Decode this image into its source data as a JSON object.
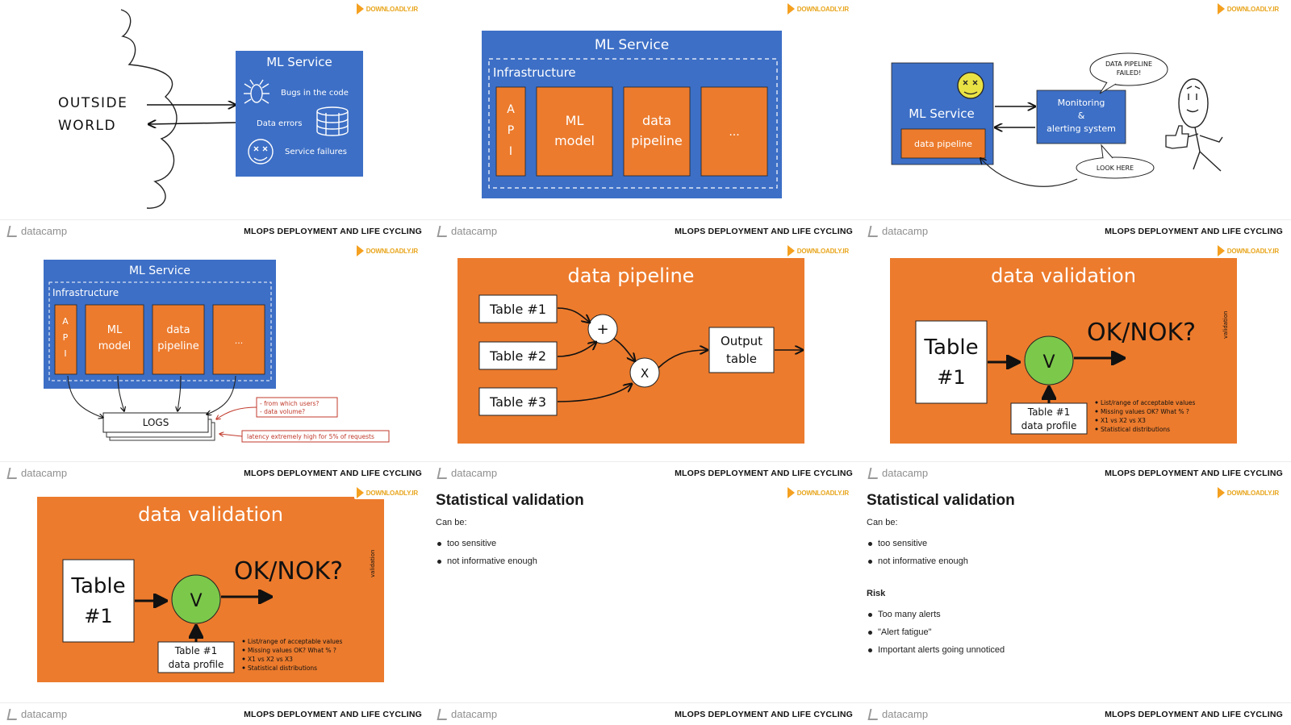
{
  "common": {
    "brand": "datacamp",
    "course": "MLOPS DEPLOYMENT AND LIFE CYCLING",
    "watermark": "DOWNLOADLY.IR"
  },
  "colors": {
    "blue": "#3d6fc6",
    "orange": "#ec7b2d",
    "green": "#7cc84a",
    "red": "#c0392b",
    "dark": "#111111"
  },
  "slide1": {
    "outside_line1": "OUTSIDE",
    "outside_line2": "WORLD",
    "service_title": "ML Service",
    "bugs": "Bugs in the code",
    "data_errors": "Data errors",
    "service_failures": "Service failures",
    "icons": [
      "bug-icon",
      "database-icon",
      "dizzy-face-icon"
    ]
  },
  "slide2": {
    "title": "ML Service",
    "infra": "Infrastructure",
    "api": [
      "A",
      "P",
      "I"
    ],
    "model": [
      "ML",
      "model"
    ],
    "pipeline": [
      "data",
      "pipeline"
    ],
    "more": "..."
  },
  "slide3": {
    "service_title": "ML Service",
    "pipeline": "data pipeline",
    "monitor_line1": "Monitoring",
    "monitor_line2": "&",
    "monitor_line3": "alerting system",
    "bubble1_line1": "DATA PIPELINE",
    "bubble1_line2": "FAILED!",
    "bubble2": "LOOK HERE",
    "icons": [
      "dizzy-face-icon",
      "stick-figure-icon",
      "thumbs-up-icon"
    ]
  },
  "slide4": {
    "title": "ML Service",
    "infra": "Infrastructure",
    "api": [
      "A",
      "P",
      "I"
    ],
    "model": [
      "ML",
      "model"
    ],
    "pipeline": [
      "data",
      "pipeline"
    ],
    "more": "...",
    "logs": "LOGS",
    "note1_line1": "- from which users?",
    "note1_line2": "- data volume?",
    "note2": "latency extremely high for 5% of requests"
  },
  "slide5": {
    "title": "data pipeline",
    "t1": "Table #1",
    "t2": "Table #2",
    "t3": "Table #3",
    "plus": "+",
    "times": "X",
    "out_line1": "Output",
    "out_line2": "table"
  },
  "slide6": {
    "title": "data validation",
    "table_line1": "Table",
    "table_line2": "#1",
    "v": "V",
    "result": "OK/NOK?",
    "profile_line1": "Table #1",
    "profile_line2": "data profile",
    "notes": [
      "List/range of acceptable values",
      "Missing values OK? What % ?",
      "X1 vs X2 vs X3",
      "Statistical distributions"
    ],
    "side": "validation"
  },
  "slide7": {
    "title": "data validation",
    "table_line1": "Table",
    "table_line2": "#1",
    "v": "V",
    "result": "OK/NOK?",
    "profile_line1": "Table #1",
    "profile_line2": "data profile",
    "notes": [
      "List/range of acceptable values",
      "Missing values OK? What % ?",
      "X1 vs X2 vs X3",
      "Statistical distributions"
    ],
    "side": "validation"
  },
  "slide8": {
    "title": "Statistical validation",
    "sub": "Can be:",
    "items": [
      "too sensitive",
      "not informative enough"
    ]
  },
  "slide9": {
    "title": "Statistical validation",
    "sub": "Can be:",
    "items": [
      "too sensitive",
      "not informative enough"
    ],
    "risk_title": "Risk",
    "risk_items": [
      "Too many alerts",
      "\"Alert fatigue\"",
      "Important alerts going unnoticed"
    ]
  }
}
